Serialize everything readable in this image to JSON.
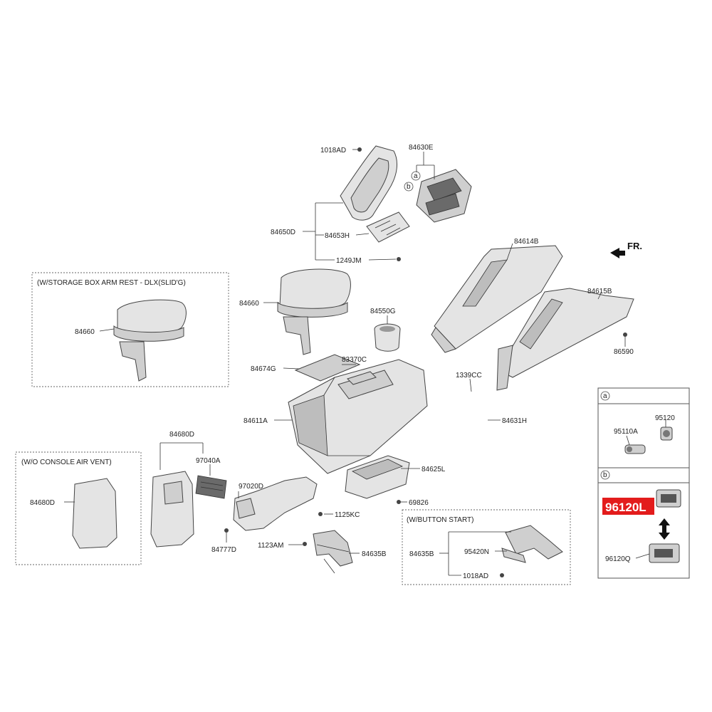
{
  "front_label": "FR.",
  "boxes": {
    "storage_arm_rest": "(W/STORAGE BOX ARM REST - DLX(SLID'G)",
    "console_air_vent": "(W/O CONSOLE AIR VENT)",
    "button_start": "(W/BUTTON START)"
  },
  "callouts": {
    "a": "a",
    "b": "b"
  },
  "parts": {
    "p1018AD_top": "1018AD",
    "p84630E": "84630E",
    "p84650D": "84650D",
    "p84653H": "84653H",
    "p1249JM": "1249JM",
    "p84614B": "84614B",
    "p84615B": "84615B",
    "p86590": "86590",
    "p84660_box": "84660",
    "p84660": "84660",
    "p84550G": "84550G",
    "p84674G": "84674G",
    "p83370C": "83370C",
    "p1339CC": "1339CC",
    "p84631H": "84631H",
    "p84611A": "84611A",
    "p84680D": "84680D",
    "p97040A": "97040A",
    "p84625L": "84625L",
    "p97020D": "97020D",
    "p69826": "69826",
    "p84680D_box": "84680D",
    "p1125KC": "1125KC",
    "p84777D": "84777D",
    "p1123AM": "1123AM",
    "p84635B": "84635B",
    "p84635B_box": "84635B",
    "p95420N": "95420N",
    "p1018AD_box": "1018AD",
    "p95120": "95120",
    "p95110A": "95110A",
    "p96120L": "96120L",
    "p96120Q": "96120Q"
  },
  "colors": {
    "highlight": "#e31c1c"
  }
}
